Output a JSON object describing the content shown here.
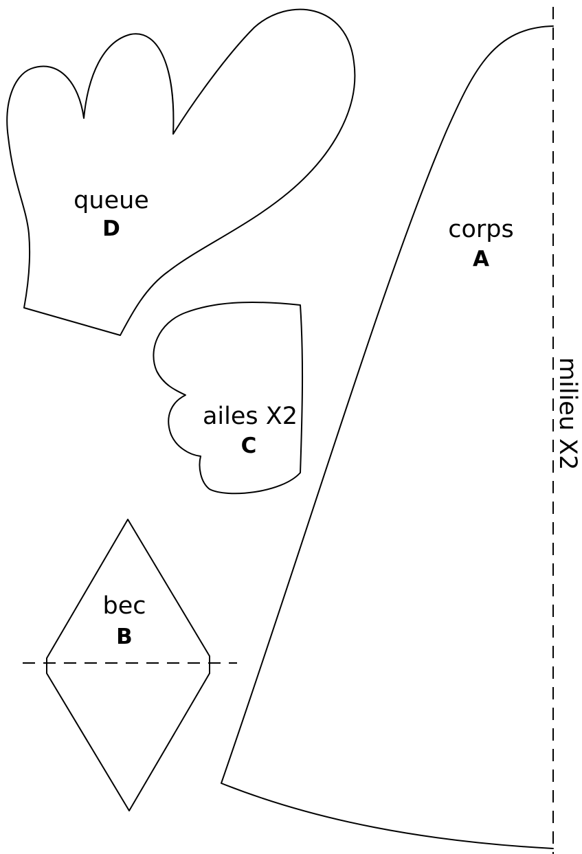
{
  "pieces": {
    "queue": {
      "name": "queue",
      "letter": "D"
    },
    "corps": {
      "name": "corps",
      "letter": "A"
    },
    "ailes": {
      "name": "ailes X2",
      "letter": "C"
    },
    "bec": {
      "name": "bec",
      "letter": "B"
    }
  },
  "fold_label": "milieu X2",
  "colors": {
    "line": "#000000",
    "paper": "#ffffff"
  }
}
